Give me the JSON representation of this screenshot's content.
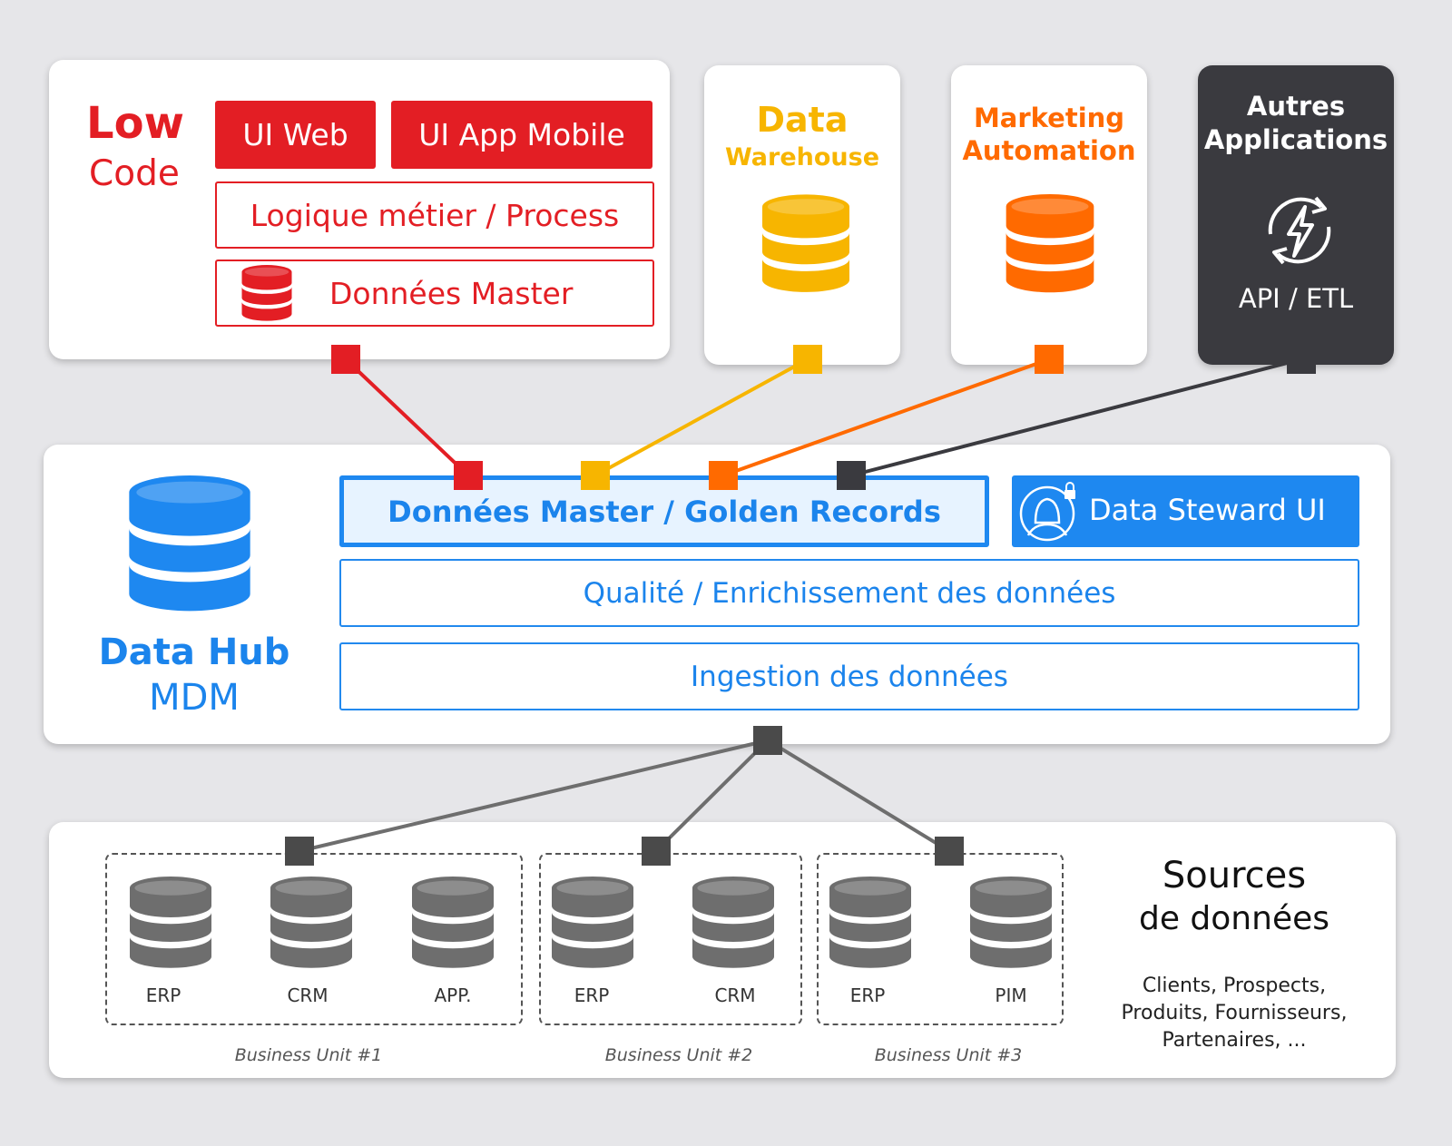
{
  "low_code": {
    "title_1": "Low",
    "title_2": "Code",
    "ui_web": "UI Web",
    "ui_app_mobile": "UI App Mobile",
    "business_logic": "Logique métier / Process",
    "master_data": "Données Master",
    "color": "#e31e24"
  },
  "data_warehouse": {
    "title_1": "Data",
    "title_2": "Warehouse",
    "color": "#f7b500"
  },
  "marketing_automation": {
    "title_1": "Marketing",
    "title_2": "Automation",
    "color": "#ff6a00"
  },
  "other_apps": {
    "title_1": "Autres",
    "title_2": "Applications",
    "subtitle": "API / ETL",
    "color": "#3a3a3f",
    "icon": "lightning-sync-icon"
  },
  "data_hub": {
    "title_1": "Data Hub",
    "title_2": "MDM",
    "golden_records": "Données Master / Golden Records",
    "data_steward": "Data Steward UI",
    "quality": "Qualité / Enrichissement des données",
    "ingestion": "Ingestion des données",
    "color": "#1e88f0"
  },
  "sources": {
    "title_1": "Sources",
    "title_2": "de données",
    "description_1": "Clients, Prospects,",
    "description_2": "Produits, Fournisseurs,",
    "description_3": "Partenaires, ...",
    "color": "#5a5a5a",
    "business_units": [
      {
        "label": "Business Unit #1",
        "systems": [
          "ERP",
          "CRM",
          "APP."
        ]
      },
      {
        "label": "Business Unit #2",
        "systems": [
          "ERP",
          "CRM"
        ]
      },
      {
        "label": "Business Unit #3",
        "systems": [
          "ERP",
          "PIM"
        ]
      }
    ]
  }
}
